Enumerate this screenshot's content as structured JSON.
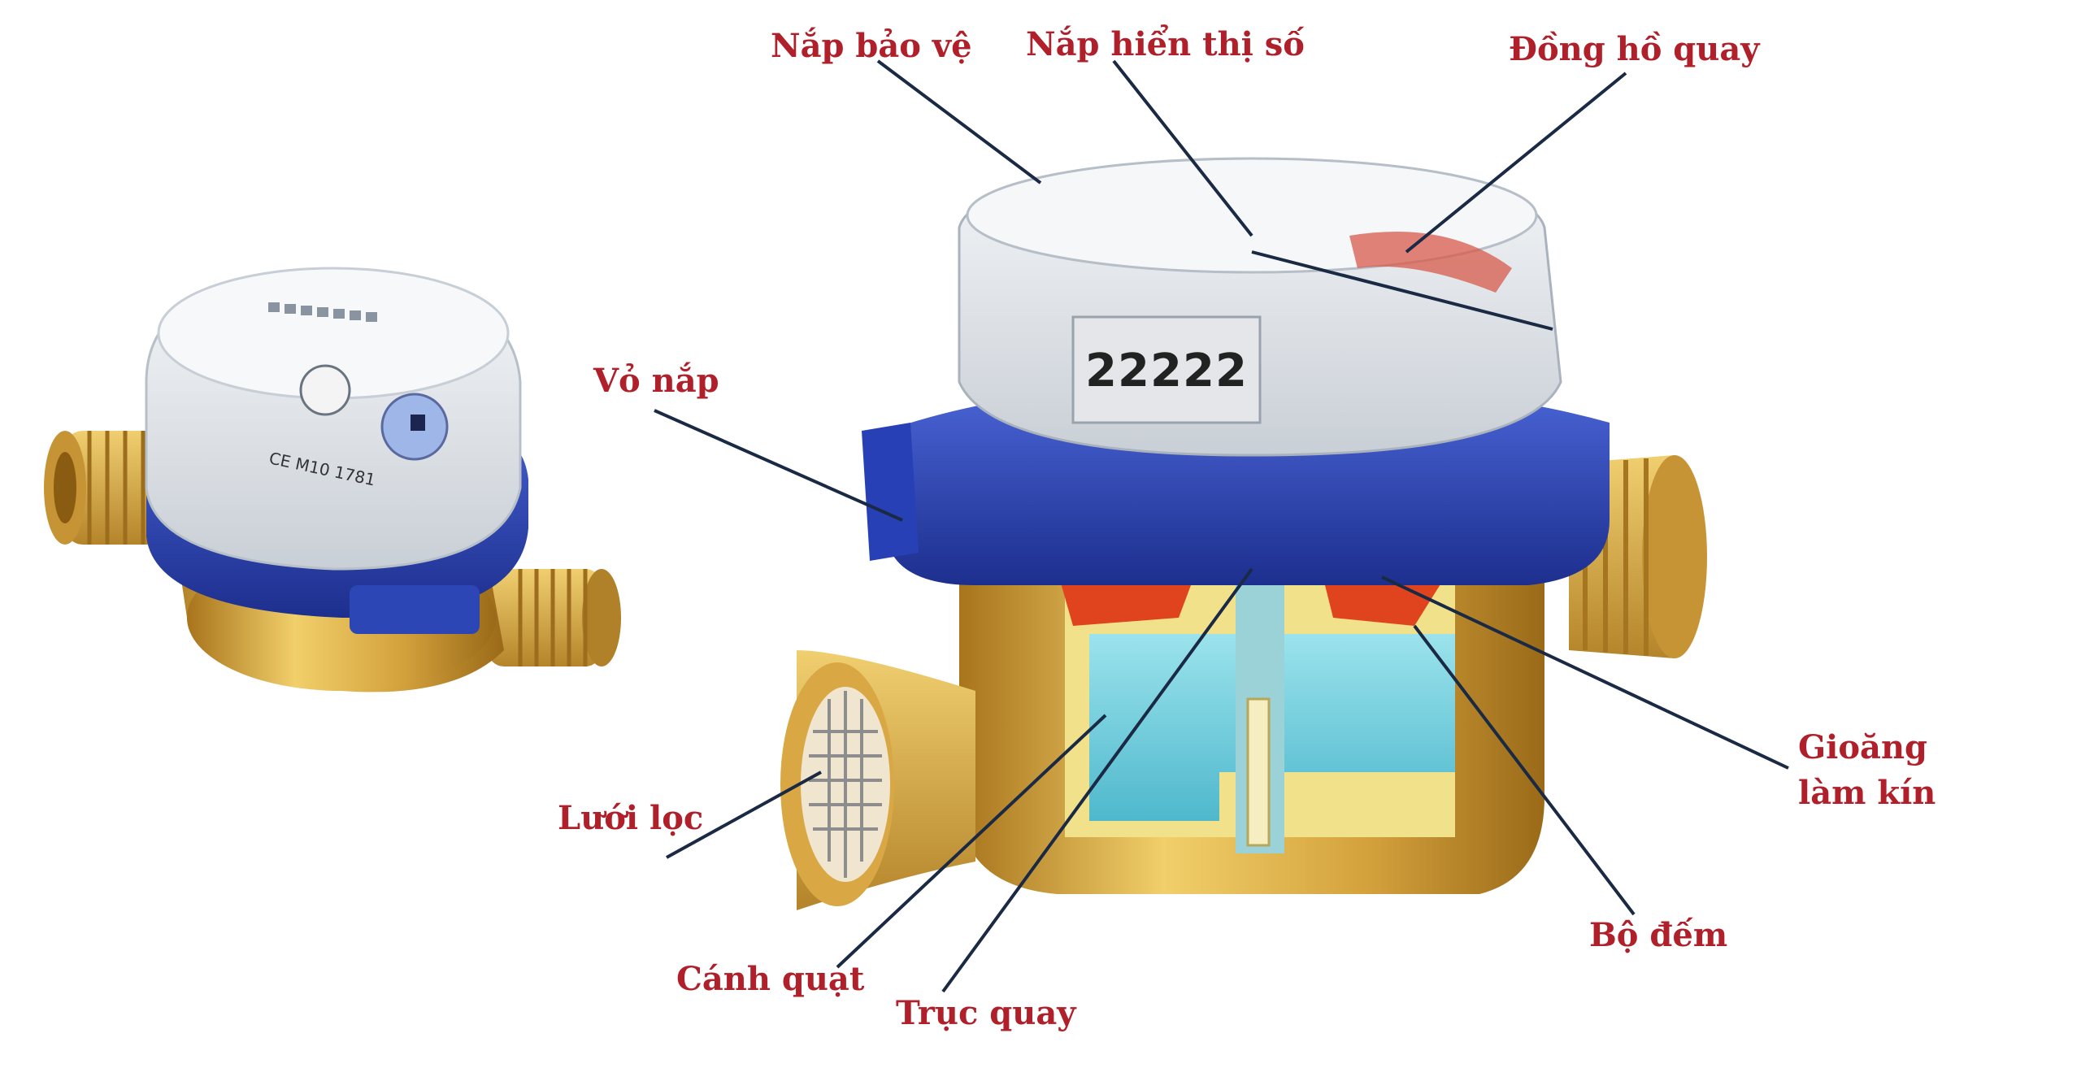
{
  "diagram": {
    "labels": {
      "nap_bao_ve": "Nắp bảo vệ",
      "nap_hien_thi_so": "Nắp hiển thị số",
      "dong_ho_quay": "Đồng hồ quay",
      "vo_nap": "Vỏ nắp",
      "gioang_lam_kin_line1": "Gioăng",
      "gioang_lam_kin_line2": "làm kín",
      "luoi_loc": "Lưới lọc",
      "bo_dem": "Bộ đếm",
      "canh_quat": "Cánh quạt",
      "truc_quay": "Trục quay"
    },
    "meter_face": {
      "counter_digits": [
        "2",
        "2",
        "2",
        "2",
        "2"
      ],
      "ce_mark": "CE M10 1781"
    },
    "colors": {
      "label": "#b0202a",
      "leader_line": "#1b2a44",
      "brass": "#d8a640",
      "blue_ring": "#2b45b8",
      "red_parts": "#e0401c",
      "cyan_chamber": "#78d2e0"
    }
  }
}
